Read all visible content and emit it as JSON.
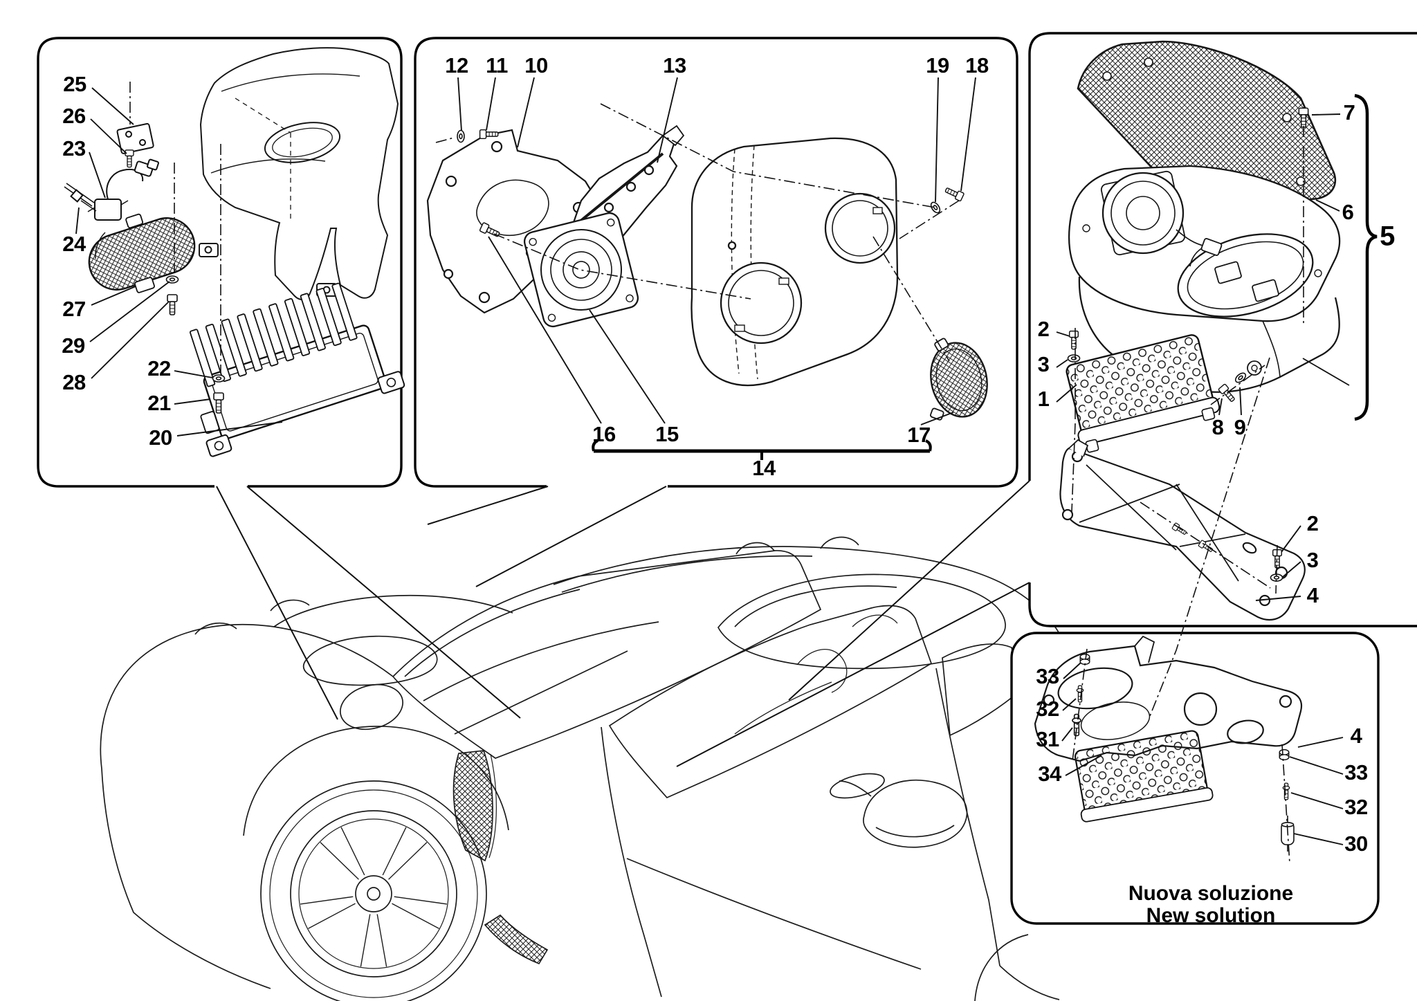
{
  "diagram_type": "exploded-parts-diagram",
  "colors": {
    "ink": "#111111",
    "paper": "#ffffff"
  },
  "caption": {
    "line1": "Nuova soluzione",
    "line2": "New solution"
  },
  "labels": [
    {
      "text": "25",
      "panel": "top-left"
    },
    {
      "text": "26",
      "panel": "top-left"
    },
    {
      "text": "23",
      "panel": "top-left"
    },
    {
      "text": "24",
      "panel": "top-left"
    },
    {
      "text": "27",
      "panel": "top-left"
    },
    {
      "text": "29",
      "panel": "top-left"
    },
    {
      "text": "28",
      "panel": "top-left"
    },
    {
      "text": "22",
      "panel": "top-left"
    },
    {
      "text": "21",
      "panel": "top-left"
    },
    {
      "text": "20",
      "panel": "top-left"
    },
    {
      "text": "12",
      "panel": "top-middle"
    },
    {
      "text": "11",
      "panel": "top-middle"
    },
    {
      "text": "10",
      "panel": "top-middle"
    },
    {
      "text": "13",
      "panel": "top-middle"
    },
    {
      "text": "19",
      "panel": "top-middle"
    },
    {
      "text": "18",
      "panel": "top-middle"
    },
    {
      "text": "16",
      "panel": "top-middle"
    },
    {
      "text": "15",
      "panel": "top-middle"
    },
    {
      "text": "17",
      "panel": "top-middle"
    },
    {
      "text": "14",
      "panel": "top-middle"
    },
    {
      "text": "7",
      "panel": "right"
    },
    {
      "text": "6",
      "panel": "right"
    },
    {
      "text": "5",
      "panel": "right"
    },
    {
      "text": "2",
      "panel": "right"
    },
    {
      "text": "3",
      "panel": "right"
    },
    {
      "text": "1",
      "panel": "right"
    },
    {
      "text": "8",
      "panel": "right"
    },
    {
      "text": "9",
      "panel": "right"
    },
    {
      "text": "2",
      "panel": "right-lower"
    },
    {
      "text": "3",
      "panel": "right-lower"
    },
    {
      "text": "4",
      "panel": "right-lower"
    },
    {
      "text": "33",
      "panel": "bottom-right"
    },
    {
      "text": "32",
      "panel": "bottom-right"
    },
    {
      "text": "31",
      "panel": "bottom-right"
    },
    {
      "text": "34",
      "panel": "bottom-right"
    },
    {
      "text": "4",
      "panel": "bottom-right"
    },
    {
      "text": "33",
      "panel": "bottom-right"
    },
    {
      "text": "32",
      "panel": "bottom-right"
    },
    {
      "text": "30",
      "panel": "bottom-right"
    }
  ]
}
